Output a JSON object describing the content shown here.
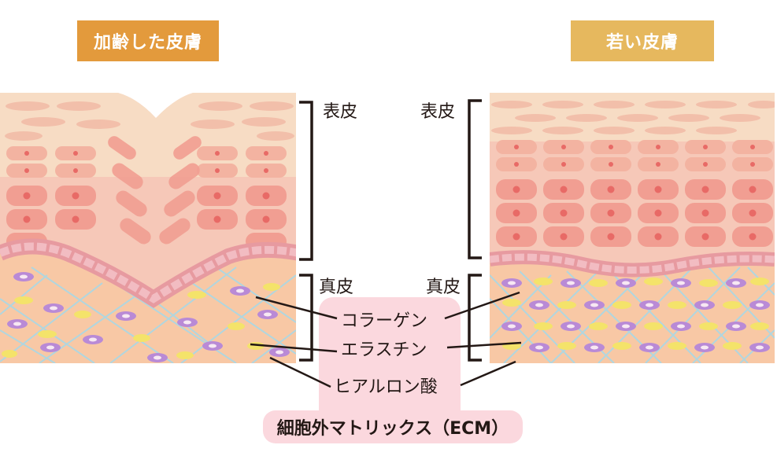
{
  "labels": {
    "aged_skin": "加齢した皮膚",
    "young_skin": "若い皮膚",
    "epidermis_left": "表皮",
    "epidermis_right": "表皮",
    "dermis_left": "真皮",
    "dermis_right": "真皮",
    "collagen": "コラーゲン",
    "elastin": "エラスチン",
    "hyaluronic_acid": "ヒアルロン酸",
    "ecm": "細胞外マトリックス（ECM）"
  },
  "colors": {
    "aged_badge": "#e39a3c",
    "young_badge": "#e6b85e",
    "ecm_highlight": "#fbd8de",
    "epidermis_top": "#f7dcc4",
    "epidermis_mid": "#f6c8b8",
    "basal_layer": "#e79aa0",
    "dermis": "#f8c8a5",
    "collagen_fiber": "#a9d8e6",
    "elastin": "#f4e36a",
    "hyaluronic": "#b98ad6",
    "bracket": "#231815"
  }
}
